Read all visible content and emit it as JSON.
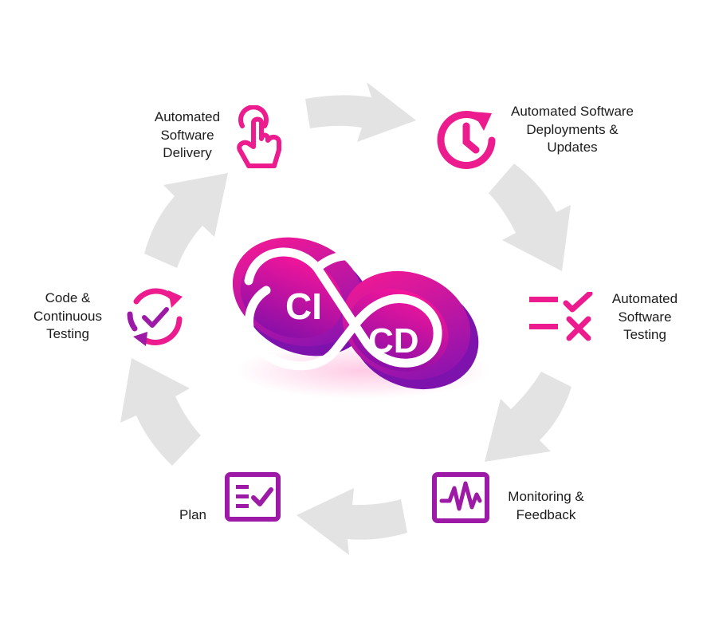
{
  "colors": {
    "magenta": "#ec1c8f",
    "purple": "#8e1aa6",
    "arrow": "#e3e3e3",
    "text": "#1c1c1c"
  },
  "center_logo": {
    "left": "CI",
    "right": "CD",
    "icon": "infinity-loop-icon"
  },
  "stages": [
    {
      "id": "delivery",
      "lines": [
        "Automated",
        "Software",
        "Delivery"
      ],
      "icon": "pointer-hand-icon"
    },
    {
      "id": "deployments",
      "lines": [
        "Automated Software",
        "Deployments &",
        "Updates"
      ],
      "icon": "clock-refresh-icon"
    },
    {
      "id": "testing",
      "lines": [
        "Automated",
        "Software",
        "Testing"
      ],
      "icon": "checklist-icon"
    },
    {
      "id": "monitoring",
      "lines": [
        "Monitoring &",
        "Feedback"
      ],
      "icon": "monitor-pulse-icon"
    },
    {
      "id": "plan",
      "lines": [
        "Plan"
      ],
      "icon": "plan-checklist-icon"
    },
    {
      "id": "code",
      "lines": [
        "Code &",
        "Continuous",
        "Testing"
      ],
      "icon": "sync-check-icon"
    }
  ]
}
